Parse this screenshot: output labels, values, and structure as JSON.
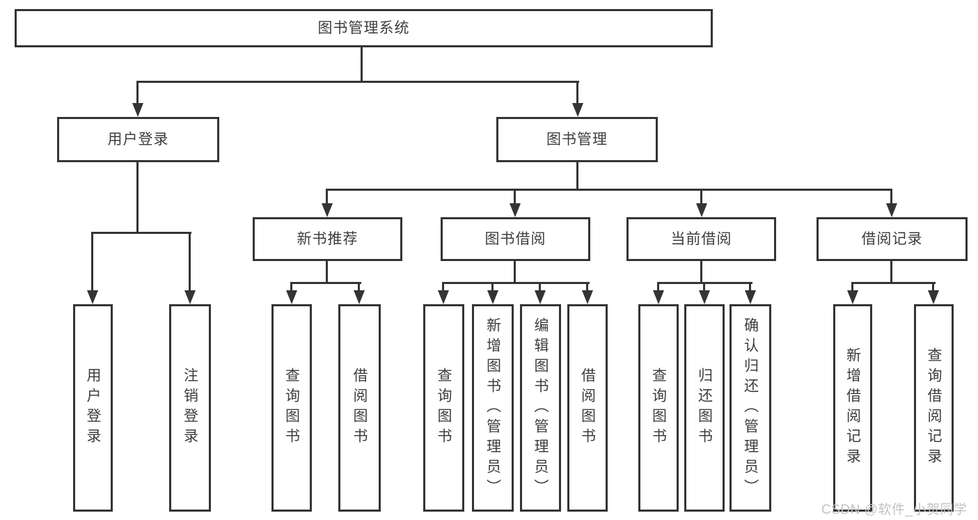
{
  "tree": {
    "root": {
      "label": "图书管理系统",
      "children": [
        {
          "label": "用户登录",
          "children": [
            {
              "label": "用户登录"
            },
            {
              "label": "注销登录"
            }
          ]
        },
        {
          "label": "图书管理",
          "children": [
            {
              "label": "新书推荐",
              "children": [
                {
                  "label": "查询图书"
                },
                {
                  "label": "借阅图书"
                }
              ]
            },
            {
              "label": "图书借阅",
              "children": [
                {
                  "label": "查询图书"
                },
                {
                  "label": "新增图书（管理员）"
                },
                {
                  "label": "编辑图书（管理员）"
                },
                {
                  "label": "借阅图书"
                }
              ]
            },
            {
              "label": "当前借阅",
              "children": [
                {
                  "label": "查询图书"
                },
                {
                  "label": "归还图书"
                },
                {
                  "label": "确认归还（管理员）"
                }
              ]
            },
            {
              "label": "借阅记录",
              "children": [
                {
                  "label": "新增借阅记录"
                },
                {
                  "label": "查询借阅记录"
                }
              ]
            }
          ]
        }
      ]
    }
  },
  "watermark": {
    "text": "CSDN @软件_小贺同学"
  },
  "colors": {
    "line": "#343434",
    "text": "#3d3d3d",
    "watermark": "#c3c3c3",
    "background": "#ffffff"
  }
}
